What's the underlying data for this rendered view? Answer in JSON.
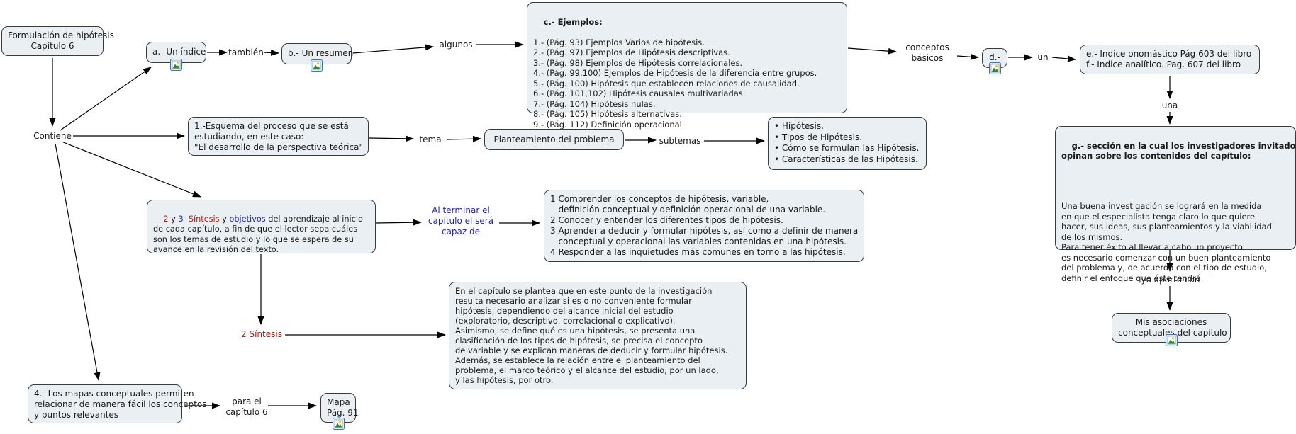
{
  "colors": {
    "node_fill": "#e9eff2",
    "node_border": "#3a3a3a",
    "text": "#1a1a1a",
    "red_text": "#cc1100",
    "blue_text": "#2222cc",
    "icon_border": "#3f74c4"
  },
  "nodes": {
    "formulacion": {
      "text": "Formulación de hipótesis\nCapítulo 6"
    },
    "indice": {
      "text": "a.- Un índice"
    },
    "resumen": {
      "text": "b.- Un resumen"
    },
    "ejemplos": {
      "title": "c.- Ejemplos:",
      "body": "1.- (Pág. 93) Ejemplos Varios de hipótesis.\n2.- (Pág. 97) Ejemplos de Hipótesis descriptivas.\n3.- (Pág. 98) Ejemplos de Hipótesis correlacionales.\n4.- (Pág. 99,100) Ejemplos de Hipótesis de la diferencia entre grupos.\n5.- (Pág. 100) Hipótesis que establecen relaciones de causalidad.\n6.- (Pág. 101,102) Hipótesis causales multivariadas.\n7.- (Pág. 104) Hipótesis nulas.\n8.- (Pág. 105) Hipótesis alternativas.\n9.- (Pág. 112) Definición operacional"
    },
    "d_node": {
      "text": "d.-"
    },
    "indices_ef": {
      "text": "e.- Indice onomástico Pág 603 del libro\nf.- Indice analítico. Pag. 607 del libro"
    },
    "seccion_g": {
      "title": "g.- sección en la cual los investigadores invitados\nopinan sobre los contenidos del capítulo:",
      "body": "Una buena investigación se logrará en la medida\nen que el especialista tenga claro lo que quiere\nhacer, sus ideas, sus planteamientos y la viabilidad\nde los mismos.\nPara tener éxito al llevar a cabo un proyecto,\nes necesario comenzar con un buen planteamiento\ndel problema y, de acuerdo con el tipo de estudio,\ndefinir el enfoque que éste tendrá."
    },
    "mis_asociaciones": {
      "text": "Mis asociaciones\nconceptuales del capítulo"
    },
    "esquema": {
      "text": "1.-Esquema del proceso que se está\nestudiando, en este caso:\n\"El desarrollo de la perspectiva teórica\""
    },
    "planteamiento": {
      "text": "Planteamiento del problema"
    },
    "subtemas_lista": {
      "text": "• Hipótesis.\n• Tipos de Hipótesis.\n• Cómo se formulan las Hipótesis.\n• Características de las Hipótesis."
    },
    "sintesis_objetivos": {
      "s1": "2",
      "s2": " y ",
      "s3": "3",
      "s4": "  Síntesis",
      "s5": " y ",
      "s6": "objetivos",
      "s7": " del aprendizaje al inicio\nde cada capítulo, a fin de que el lector sepa cuáles\nson los temas de estudio y lo que se espera de su\navance en la revisión del texto."
    },
    "objetivos_lista": {
      "text": "1 Comprender los conceptos de hipótesis, variable,\n   definición conceptual y definición operacional de una variable.\n2 Conocer y entender los diferentes tipos de hipótesis.\n3 Aprender a deducir y formular hipótesis, así como a definir de manera\n   conceptual y operacional las variables contenidas en una hipótesis.\n4 Responder a las inquietudes más comunes en torno a las hipótesis."
    },
    "sintesis_texto": {
      "text": "En el capítulo se plantea que en este punto de la investigación\nresulta necesario analizar si es o no conveniente formular\nhipótesis, dependiendo del alcance inicial del estudio\n(exploratorio, descriptivo, correlacional o explicativo).\nAsimismo, se define qué es una hipótesis, se presenta una\nclasificación de los tipos de hipótesis, se precisa el concepto\nde variable y se explican maneras de deducir y formular hipótesis.\nAdemás, se establece la relación entre el planteamiento del\nproblema, el marco teórico y el alcance del estudio, por un lado,\ny las hipótesis, por otro."
    },
    "mapas": {
      "text": "4.- Los mapas conceptuales permiten\nrelacionar de manera fácil los conceptos\ny puntos relevantes"
    },
    "mapa91": {
      "text": "Mapa\nPág. 91"
    }
  },
  "links": {
    "contiene": "Contiene",
    "tambien": "también",
    "algunos": "algunos",
    "conceptos_basicos": "conceptos\nbásicos",
    "un": "un",
    "una": "una",
    "yo_aporto": "yo aporto con",
    "tema": "tema",
    "subtemas": "subtemas",
    "al_terminar": "Al terminar el\ncapítulo el será\ncapaz de",
    "sintesis2": "2 Síntesis",
    "para_el": "para el\ncapítulo 6"
  },
  "icons": {
    "resource": "image-resource-icon"
  }
}
